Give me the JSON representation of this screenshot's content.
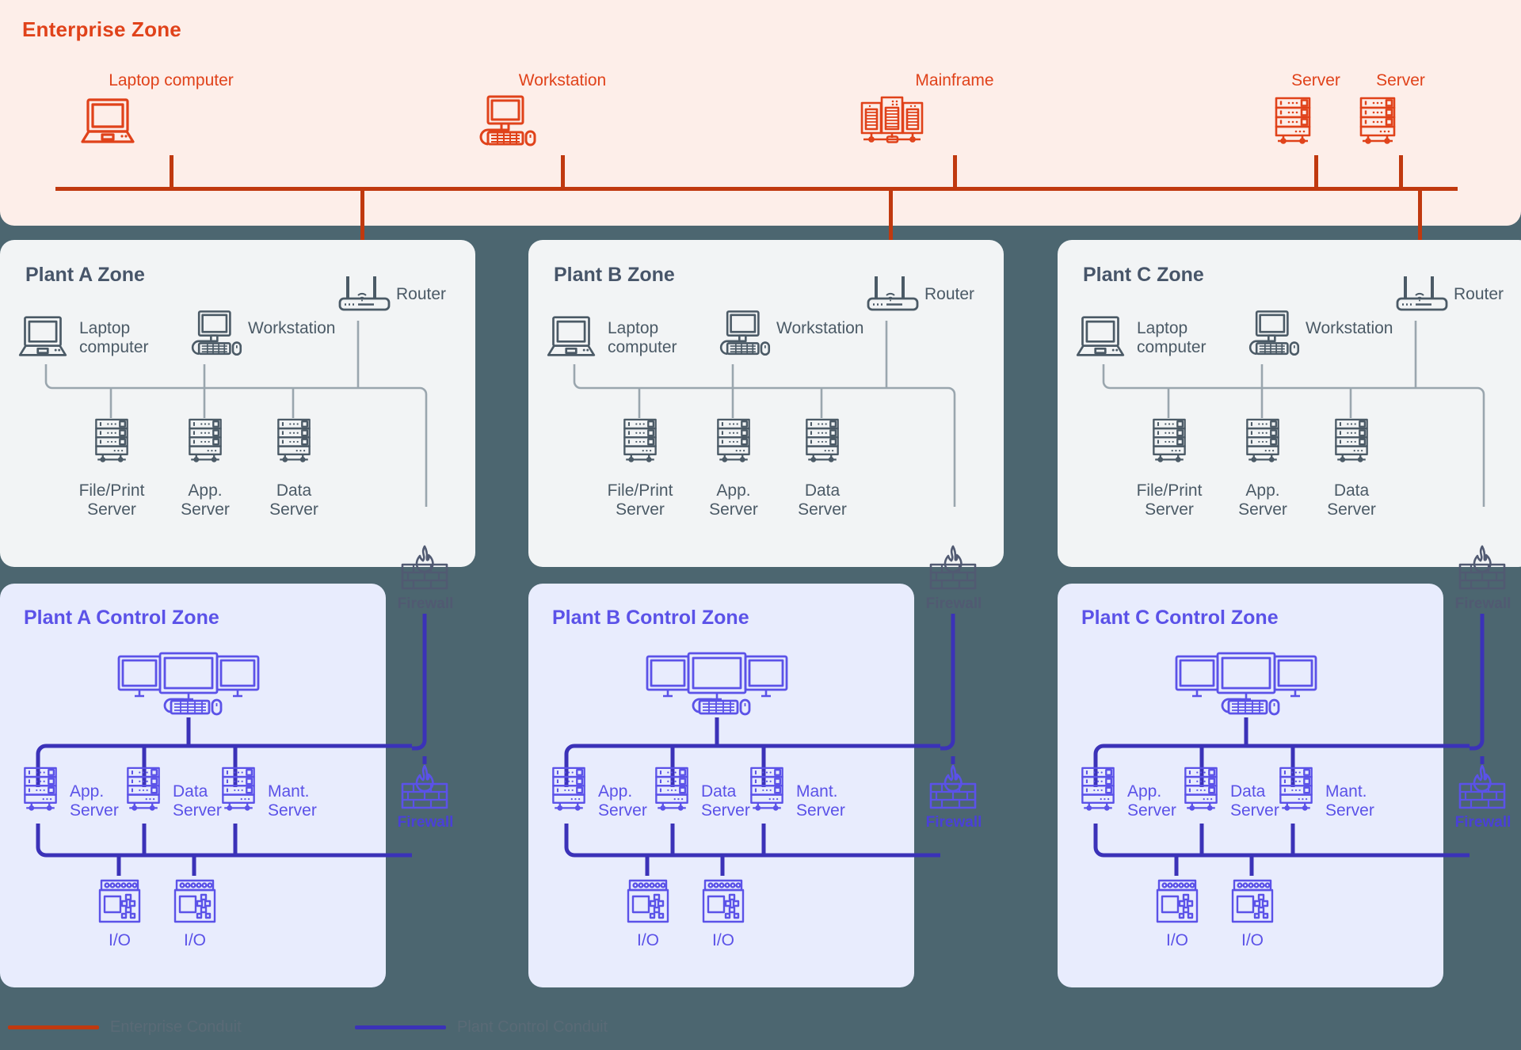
{
  "colors": {
    "page_background": "#4c6670",
    "enterprise_fill": "#fdeee9",
    "enterprise_accent": "#e0421a",
    "enterprise_conduit": "#c0390f",
    "plant_fill": "#f2f4f5",
    "plant_accent": "#475569",
    "plant_line": "#9aa6ae",
    "control_fill": "#e8ecfd",
    "control_accent": "#5b52e8",
    "control_conduit": "#3b32b8",
    "firewall_dark": "#515a72",
    "firewall_blue": "#5b52e8"
  },
  "enterprise": {
    "title": "Enterprise Zone",
    "nodes": [
      {
        "label": "Laptop computer",
        "icon": "laptop-icon"
      },
      {
        "label": "Workstation",
        "icon": "workstation-icon"
      },
      {
        "label": "Mainframe",
        "icon": "mainframe-icon"
      },
      {
        "label": "Server",
        "icon": "server-rack-icon"
      },
      {
        "label": "Server",
        "icon": "server-rack-icon"
      }
    ]
  },
  "plant_zones": [
    {
      "title": "Plant A Zone",
      "router": {
        "label": "Router",
        "icon": "router-icon"
      },
      "laptop": {
        "label": "Laptop\ncomputer",
        "line1": "Laptop",
        "line2": "computer",
        "icon": "laptop-icon"
      },
      "workstation": {
        "label": "Workstation",
        "icon": "workstation-icon"
      },
      "servers": [
        {
          "line1": "File/Print",
          "line2": "Server",
          "icon": "server-rack-icon"
        },
        {
          "line1": "App.",
          "line2": "Server",
          "icon": "server-rack-icon"
        },
        {
          "line1": "Data",
          "line2": "Server",
          "icon": "server-rack-icon"
        }
      ]
    },
    {
      "title": "Plant B Zone",
      "router": {
        "label": "Router",
        "icon": "router-icon"
      },
      "laptop": {
        "line1": "Laptop",
        "line2": "computer",
        "icon": "laptop-icon"
      },
      "workstation": {
        "label": "Workstation",
        "icon": "workstation-icon"
      },
      "servers": [
        {
          "line1": "File/Print",
          "line2": "Server",
          "icon": "server-rack-icon"
        },
        {
          "line1": "App.",
          "line2": "Server",
          "icon": "server-rack-icon"
        },
        {
          "line1": "Data",
          "line2": "Server",
          "icon": "server-rack-icon"
        }
      ]
    },
    {
      "title": "Plant C Zone",
      "router": {
        "label": "Router",
        "icon": "router-icon"
      },
      "laptop": {
        "line1": "Laptop",
        "line2": "computer",
        "icon": "laptop-icon"
      },
      "workstation": {
        "label": "Workstation",
        "icon": "workstation-icon"
      },
      "servers": [
        {
          "line1": "File/Print",
          "line2": "Server",
          "icon": "server-rack-icon"
        },
        {
          "line1": "App.",
          "line2": "Server",
          "icon": "server-rack-icon"
        },
        {
          "line1": "Data",
          "line2": "Server",
          "icon": "server-rack-icon"
        }
      ]
    }
  ],
  "control_zones": [
    {
      "title": "Plant A Control Zone",
      "hmi": {
        "icon": "triple-monitor-workstation-icon"
      },
      "servers": [
        {
          "line1": "App.",
          "line2": "Server",
          "icon": "server-rack-icon"
        },
        {
          "line1": "Data",
          "line2": "Server",
          "icon": "server-rack-icon"
        },
        {
          "line1": "Mant.",
          "line2": "Server",
          "icon": "server-rack-icon"
        }
      ],
      "io_devices": [
        {
          "label": "I/O",
          "icon": "io-module-icon"
        },
        {
          "label": "I/O",
          "icon": "io-module-icon"
        }
      ]
    },
    {
      "title": "Plant B Control Zone",
      "hmi": {
        "icon": "triple-monitor-workstation-icon"
      },
      "servers": [
        {
          "line1": "App.",
          "line2": "Server",
          "icon": "server-rack-icon"
        },
        {
          "line1": "Data",
          "line2": "Server",
          "icon": "server-rack-icon"
        },
        {
          "line1": "Mant.",
          "line2": "Server",
          "icon": "server-rack-icon"
        }
      ],
      "io_devices": [
        {
          "label": "I/O",
          "icon": "io-module-icon"
        },
        {
          "label": "I/O",
          "icon": "io-module-icon"
        }
      ]
    },
    {
      "title": "Plant C Control Zone",
      "hmi": {
        "icon": "triple-monitor-workstation-icon"
      },
      "servers": [
        {
          "line1": "App.",
          "line2": "Server",
          "icon": "server-rack-icon"
        },
        {
          "line1": "Data",
          "line2": "Server",
          "icon": "server-rack-icon"
        },
        {
          "line1": "Mant.",
          "line2": "Server",
          "icon": "server-rack-icon"
        }
      ],
      "io_devices": [
        {
          "label": "I/O",
          "icon": "io-module-icon"
        },
        {
          "label": "I/O",
          "icon": "io-module-icon"
        }
      ]
    }
  ],
  "firewalls": [
    {
      "label": "Firewall",
      "style": "dark",
      "icon": "firewall-icon"
    },
    {
      "label": "Firewall",
      "style": "blue",
      "icon": "firewall-icon"
    },
    {
      "label": "Firewall",
      "style": "dark",
      "icon": "firewall-icon"
    },
    {
      "label": "Firewall",
      "style": "blue",
      "icon": "firewall-icon"
    },
    {
      "label": "Firewall",
      "style": "dark",
      "icon": "firewall-icon"
    },
    {
      "label": "Firewall",
      "style": "blue",
      "icon": "firewall-icon"
    }
  ],
  "legend": [
    {
      "label": "Enterprise Conduit",
      "color": "#c0390f"
    },
    {
      "label": "Plant Control Conduit",
      "color": "#3b32b8"
    }
  ]
}
